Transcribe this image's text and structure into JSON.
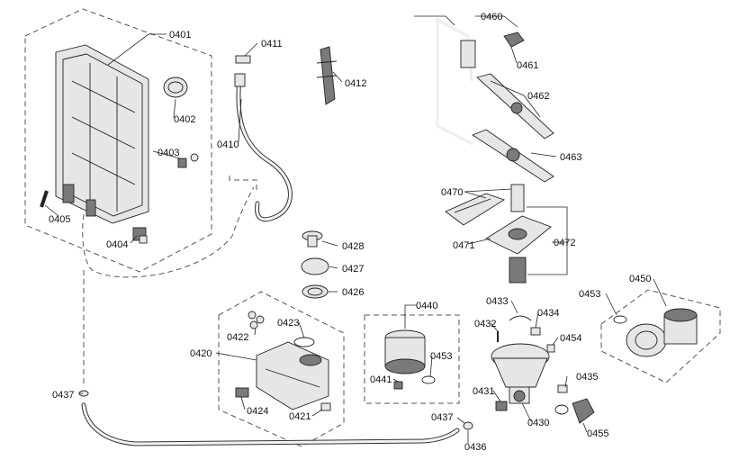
{
  "diagram": {
    "labels": {
      "p0401": "0401",
      "p0402": "0402",
      "p0403": "0403",
      "p0404": "0404",
      "p0405": "0405",
      "p0410": "0410",
      "p0411": "0411",
      "p0412": "0412",
      "p0420": "0420",
      "p0421": "0421",
      "p0422": "0422",
      "p0423": "0423",
      "p0424": "0424",
      "p0426": "0426",
      "p0427": "0427",
      "p0428": "0428",
      "p0430": "0430",
      "p0431": "0431",
      "p0432": "0432",
      "p0433": "0433",
      "p0434": "0434",
      "p0435": "0435",
      "p0436": "0436",
      "p0437a": "0437",
      "p0437b": "0437",
      "p0440": "0440",
      "p0441": "0441",
      "p0450": "0450",
      "p0453a": "0453",
      "p0453b": "0453",
      "p0454": "0454",
      "p0455": "0455",
      "p0460": "0460",
      "p0461": "0461",
      "p0462": "0462",
      "p0463": "0463",
      "p0470": "0470",
      "p0471": "0471",
      "p0472": "0472"
    }
  }
}
